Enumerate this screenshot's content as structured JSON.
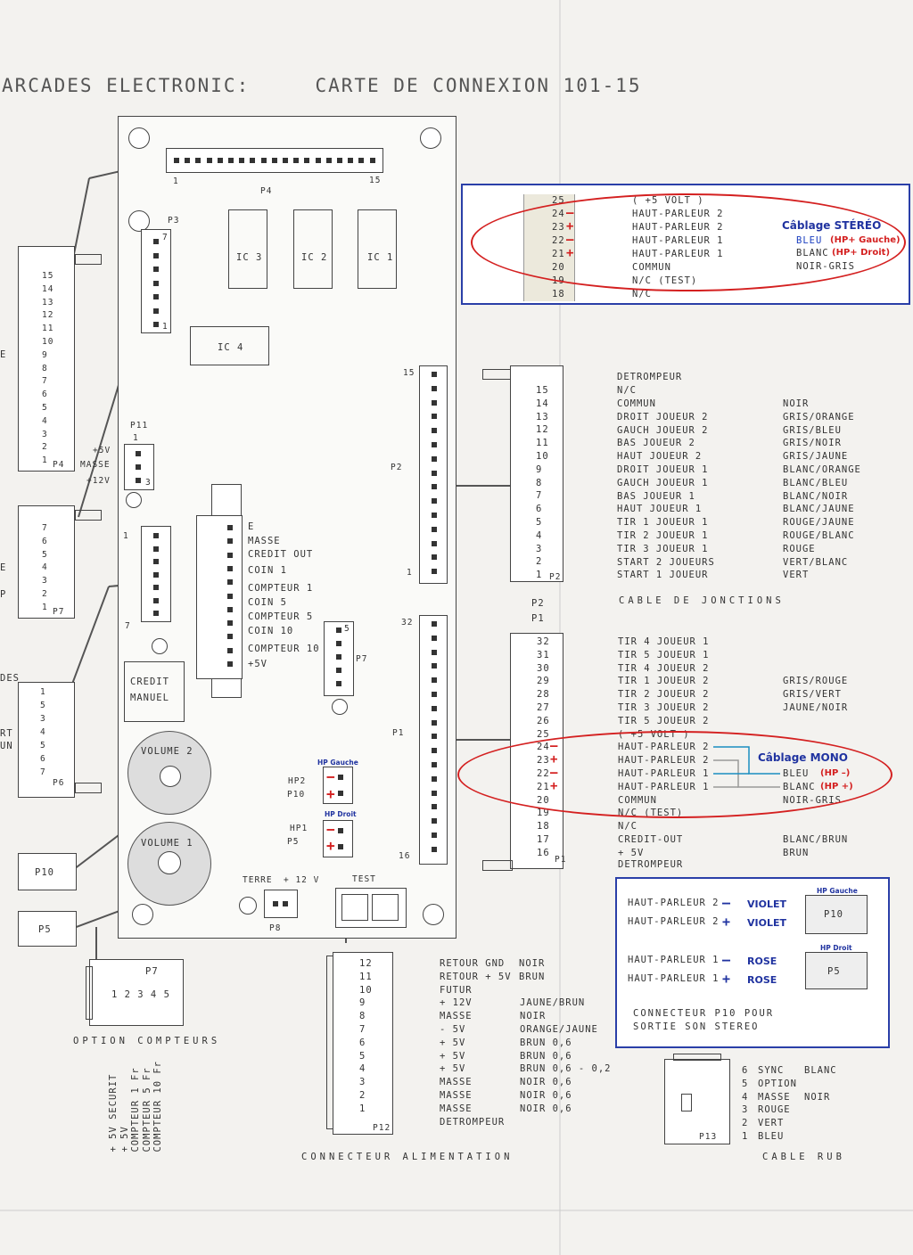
{
  "title": {
    "left": "ARCADES ELECTRONIC:",
    "right": "CARTE DE CONNEXION 101-15"
  },
  "board": {
    "p4_label": "P4",
    "p4_start": "1",
    "p4_end": "15",
    "p3": "P3",
    "p3_top": "7",
    "p3_bot": "1",
    "ic3": "IC 3",
    "ic2": "IC 2",
    "ic1": "IC 1",
    "ic4": "IC 4",
    "p11": "P11",
    "p11_top": "1",
    "p11_bot": "3",
    "p11_labels": [
      "+5V",
      "MASSE",
      "+12V"
    ],
    "p2": "P2",
    "p2_top": "15",
    "p2_bot": "1",
    "p1": "P1",
    "p1_top": "32",
    "p1_bot": "16",
    "db_labels": [
      "E",
      "MASSE",
      "CREDIT OUT",
      "COIN 1",
      "COMPTEUR 1",
      "COIN 5",
      "COMPTEUR 5",
      "COIN 10",
      "COMPTEUR 10",
      "+5V"
    ],
    "left_conn_top": "1",
    "left_conn_bot": "7",
    "credit": "CREDIT",
    "manuel": "MANUEL",
    "p7_small": "P7",
    "p7_small_top": "5",
    "vol2": "VOLUME 2",
    "vol1": "VOLUME 1",
    "hp_gauche": "HP Gauche",
    "hp_droit": "HP Droit",
    "hp2": "HP2",
    "p10_lbl": "P10",
    "hp1": "HP1",
    "p5_lbl": "P5",
    "terre": "TERRE",
    "plus12": "+ 12 V",
    "test": "TEST",
    "p8": "P8"
  },
  "left_side": {
    "p4_pins": [
      "15",
      "14",
      "13",
      "12",
      "11",
      "10",
      "9",
      "8",
      "7",
      "6",
      "5",
      "4",
      "3",
      "2",
      "1"
    ],
    "p4": "P4",
    "p7_pins": [
      "7",
      "6",
      "5",
      "4",
      "3",
      "2",
      "1"
    ],
    "p7": "P7",
    "p6_pins": [
      "1",
      "5",
      "3",
      "4",
      "5",
      "6",
      "7"
    ],
    "p6": "P6",
    "edge": [
      "E",
      "E",
      "P",
      "DES",
      "RT",
      "UN"
    ],
    "p10": "P10",
    "p5": "P5",
    "p7b": "P7",
    "p7b_pins": "1 2 3 4 5",
    "option": "OPTION COMPTEURS",
    "option_vert": [
      "+ 5V SECURIT",
      "+ 5V",
      "COMPTEUR 1 Fr",
      "COMPTEUR 5 Fr",
      "COMPTEUR 10 Fr"
    ]
  },
  "stereo": {
    "pins": [
      "25",
      "24",
      "23",
      "22",
      "21",
      "20",
      "19",
      "18"
    ],
    "signs": [
      "",
      "—",
      "+",
      "—",
      "+",
      "",
      "",
      ""
    ],
    "labels": [
      "( +5 VOLT )",
      "HAUT-PARLEUR 2",
      "HAUT-PARLEUR 2",
      "HAUT-PARLEUR 1",
      "HAUT-PARLEUR 1",
      "COMMUN",
      "N/C (TEST)",
      "N/C"
    ],
    "title": "Câblage STÉRÉO",
    "wires": [
      "BLEU",
      "BLANC",
      "NOIR-GRIS"
    ],
    "wire_notes": [
      "(HP+ Gauche)",
      "(HP+ Droit)"
    ]
  },
  "p2_table": {
    "header": "DETROMPEUR",
    "nc": "N/C",
    "pins": [
      "15",
      "14",
      "13",
      "12",
      "11",
      "10",
      "9",
      "8",
      "7",
      "6",
      "5",
      "4",
      "3",
      "2",
      "1"
    ],
    "labels": [
      "COMMUN",
      "DROIT JOUEUR 2",
      "GAUCH JOUEUR 2",
      "BAS JOUEUR 2",
      "HAUT JOUEUR 2",
      "DROIT JOUEUR 1",
      "GAUCH JOUEUR 1",
      "BAS JOUEUR 1",
      "HAUT JOUEUR 1",
      "TIR 1 JOUEUR 1",
      "TIR 2 JOUEUR 1",
      "TIR 3 JOUEUR 1",
      "START 2 JOUEURS",
      "START 1 JOUEUR"
    ],
    "colors": [
      "NOIR",
      "GRIS/ORANGE",
      "GRIS/BLEU",
      "GRIS/NOIR",
      "GRIS/JAUNE",
      "BLANC/ORANGE",
      "BLANC/BLEU",
      "BLANC/NOIR",
      "BLANC/JAUNE",
      "ROUGE/JAUNE",
      "ROUGE/BLANC",
      "ROUGE",
      "VERT/BLANC",
      "VERT"
    ],
    "p2": "P2",
    "cable": "CABLE DE JONCTIONS",
    "p2b": "P2",
    "p1b": "P1"
  },
  "p1_table": {
    "pins": [
      "32",
      "31",
      "30",
      "29",
      "28",
      "27",
      "26",
      "25",
      "24",
      "23",
      "22",
      "21",
      "20",
      "19",
      "18",
      "17",
      "16"
    ],
    "signs": [
      "",
      "",
      "",
      "",
      "",
      "",
      "",
      "",
      "—",
      "+",
      "—",
      "+",
      "",
      "",
      "",
      "",
      ""
    ],
    "labels": [
      "TIR 4 JOUEUR 1",
      "TIR 5 JOUEUR 1",
      "TIR 4 JOUEUR 2",
      "TIR 1 JOUEUR 2",
      "TIR 2 JOUEUR 2",
      "TIR 3 JOUEUR 2",
      "TIR 5 JOUEUR 2",
      "( +5 VOLT )",
      "HAUT-PARLEUR 2",
      "HAUT-PARLEUR 2",
      "HAUT-PARLEUR 1",
      "HAUT-PARLEUR 1",
      "COMMUN",
      "N/C (TEST)",
      "N/C",
      "CREDIT-OUT",
      "+ 5V"
    ],
    "colors": [
      "",
      "",
      "",
      "GRIS/ROUGE",
      "GRIS/VERT",
      "JAUNE/NOIR",
      "",
      "",
      "",
      "",
      "",
      "",
      "NOIR-GRIS",
      "",
      "",
      "BLANC/BRUN",
      "BRUN"
    ],
    "mono_title": "Câblage MONO",
    "mono_wires": [
      "BLEU",
      "BLANC"
    ],
    "mono_notes": [
      "(HP –)",
      "(HP +)"
    ],
    "footer": "DETROMPEUR",
    "p1": "P1"
  },
  "legend": {
    "rows": [
      {
        "name": "HAUT-PARLEUR 2",
        "sign": "—",
        "color": "VIOLET"
      },
      {
        "name": "HAUT-PARLEUR 2",
        "sign": "+",
        "color": "VIOLET"
      },
      {
        "name": "HAUT-PARLEUR 1",
        "sign": "—",
        "color": "ROSE"
      },
      {
        "name": "HAUT-PARLEUR 1",
        "sign": "+",
        "color": "ROSE"
      }
    ],
    "hp_gauche": "HP Gauche",
    "p10": "P10",
    "hp_droit": "HP Droit",
    "p5": "P5",
    "note1": "CONNECTEUR P10 POUR",
    "note2": "SORTIE SON STEREO"
  },
  "power": {
    "pins": [
      "12",
      "11",
      "10",
      "9",
      "8",
      "7",
      "6",
      "5",
      "4",
      "3",
      "2",
      "1"
    ],
    "labels": [
      "RETOUR GND",
      "RETOUR + 5V",
      "FUTUR",
      "+ 12V",
      "MASSE",
      "- 5V",
      "+ 5V",
      "+ 5V",
      "+ 5V",
      "MASSE",
      "MASSE",
      "MASSE",
      "DETROMPEUR"
    ],
    "colors": [
      "NOIR",
      "BRUN",
      "",
      "JAUNE/BRUN",
      "NOIR",
      "ORANGE/JAUNE",
      "BRUN 0,6",
      "BRUN 0,6",
      "BRUN 0,6 - 0,2",
      "NOIR 0,6",
      "NOIR 0,6",
      "NOIR 0,6"
    ],
    "p12": "P12",
    "caption": "CONNECTEUR ALIMENTATION"
  },
  "rub": {
    "pins": [
      "6",
      "5",
      "4",
      "3",
      "2",
      "1"
    ],
    "labels": [
      "SYNC",
      "OPTION",
      "MASSE",
      "ROUGE",
      "VERT",
      "BLEU"
    ],
    "colors": [
      "BLANC",
      "",
      "NOIR",
      "",
      "",
      ""
    ],
    "p13": "P13",
    "caption": "CABLE RUB"
  }
}
